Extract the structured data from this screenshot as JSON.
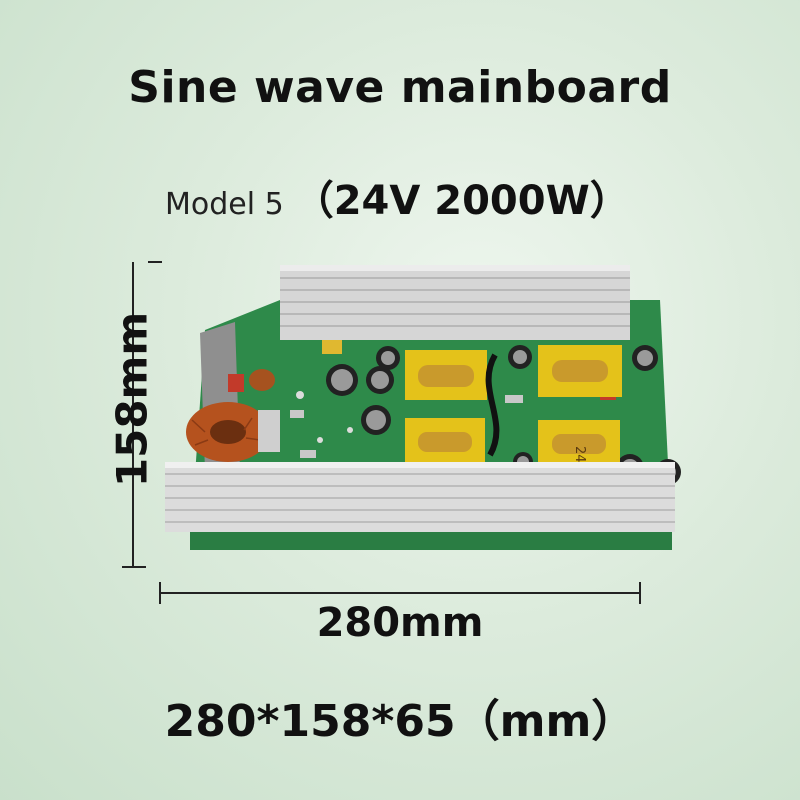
{
  "title": "Sine wave mainboard",
  "model": {
    "label": "Model 5",
    "spec": "（24V 2000W）"
  },
  "dimensions": {
    "height_label": "158mm",
    "width_label": "280mm",
    "overall": "280*158*65（mm）"
  },
  "board_marking": "24V",
  "colors": {
    "pcb": "#2e8a4a",
    "heatsink": "#d9d9d9",
    "transformer": "#e4c21a",
    "coil": "#b5521e"
  }
}
